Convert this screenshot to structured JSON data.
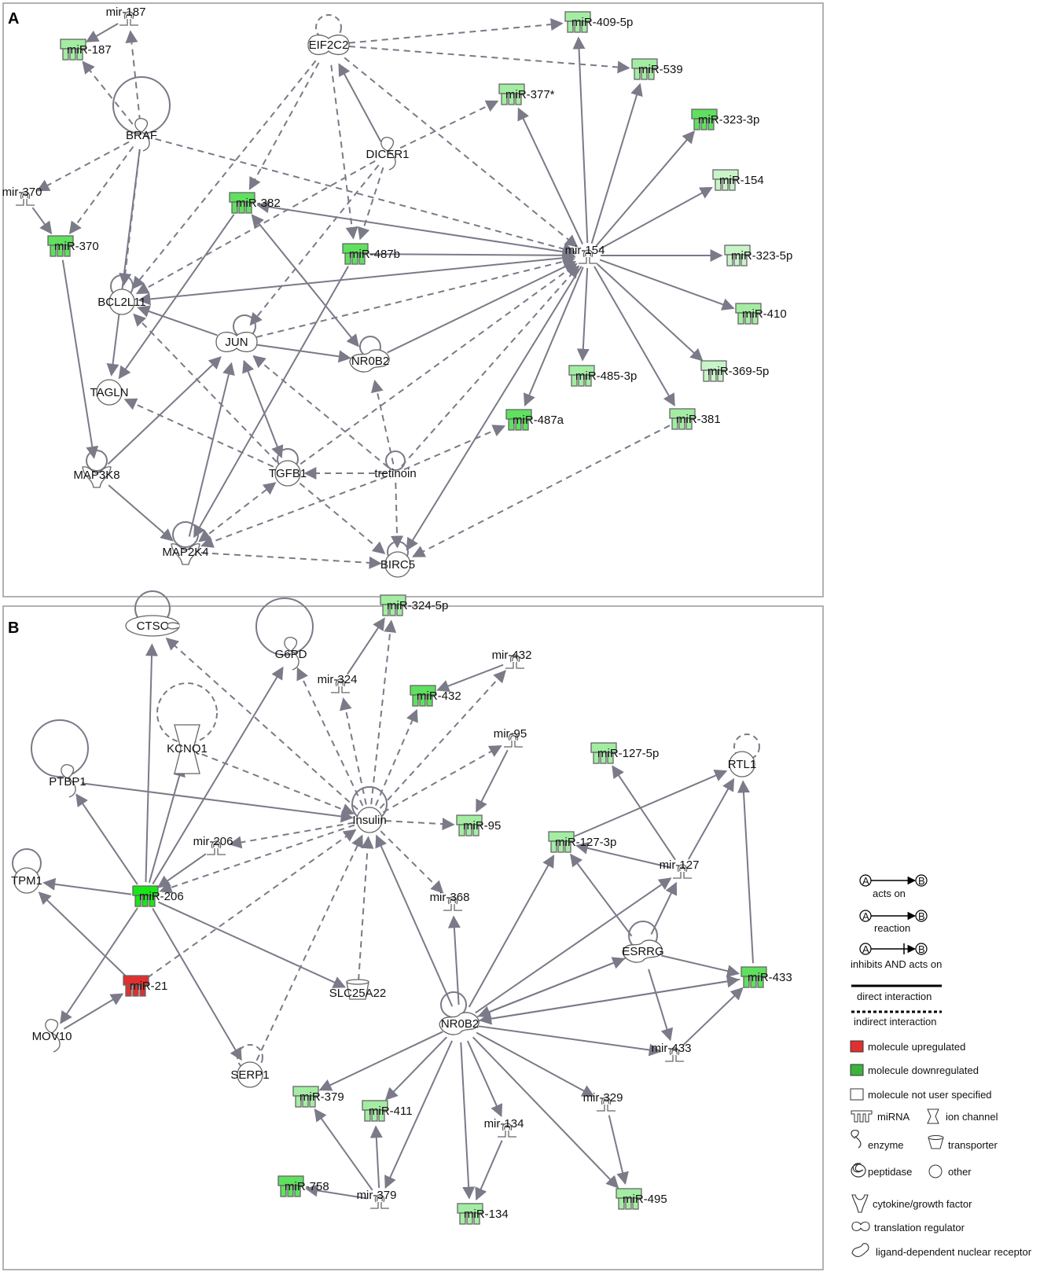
{
  "panels": [
    {
      "letter": "A",
      "nodes": [
        {
          "id": "a_mir187s",
          "label": "mir-187",
          "shape": "mirna-stem"
        },
        {
          "id": "a_miR187",
          "label": "miR-187",
          "shape": "mirna",
          "fill": "light"
        },
        {
          "id": "a_EIF2C2",
          "label": "EIF2C2",
          "shape": "translation"
        },
        {
          "id": "a_miR409",
          "label": "miR-409-5p",
          "shape": "mirna",
          "fill": "light"
        },
        {
          "id": "a_miR539",
          "label": "miR-539",
          "shape": "mirna",
          "fill": "light"
        },
        {
          "id": "a_miR377",
          "label": "miR-377*",
          "shape": "mirna",
          "fill": "light"
        },
        {
          "id": "a_miR3233p",
          "label": "miR-323-3p",
          "shape": "mirna",
          "fill": "medium"
        },
        {
          "id": "a_BRAF",
          "label": "BRAF",
          "shape": "enzyme"
        },
        {
          "id": "a_DICER1",
          "label": "DICER1",
          "shape": "enzyme"
        },
        {
          "id": "a_miR154",
          "label": "miR-154",
          "shape": "mirna",
          "fill": "pale"
        },
        {
          "id": "a_mir370s",
          "label": "mir-370",
          "shape": "mirna-stem"
        },
        {
          "id": "a_miR382",
          "label": "miR-382",
          "shape": "mirna",
          "fill": "medium"
        },
        {
          "id": "a_miR370",
          "label": "miR-370",
          "shape": "mirna",
          "fill": "medium"
        },
        {
          "id": "a_miR487b",
          "label": "miR-487b",
          "shape": "mirna",
          "fill": "medium"
        },
        {
          "id": "a_mir154s",
          "label": "mir-154",
          "shape": "mirna-stem"
        },
        {
          "id": "a_miR3235p",
          "label": "miR-323-5p",
          "shape": "mirna",
          "fill": "pale"
        },
        {
          "id": "a_BCL2L11",
          "label": "BCL2L11",
          "shape": "other"
        },
        {
          "id": "a_miR410",
          "label": "miR-410",
          "shape": "mirna",
          "fill": "light"
        },
        {
          "id": "a_JUN",
          "label": "JUN",
          "shape": "translation"
        },
        {
          "id": "a_NR0B2",
          "label": "NR0B2",
          "shape": "receptor"
        },
        {
          "id": "a_miR4853p",
          "label": "miR-485-3p",
          "shape": "mirna",
          "fill": "light"
        },
        {
          "id": "a_miR3695p",
          "label": "miR-369-5p",
          "shape": "mirna",
          "fill": "pale"
        },
        {
          "id": "a_TAGLN",
          "label": "TAGLN",
          "shape": "other"
        },
        {
          "id": "a_miR487a",
          "label": "miR-487a",
          "shape": "mirna",
          "fill": "medium"
        },
        {
          "id": "a_miR381",
          "label": "miR-381",
          "shape": "mirna",
          "fill": "light"
        },
        {
          "id": "a_MAP3K8",
          "label": "MAP3K8",
          "shape": "kinase"
        },
        {
          "id": "a_TGFB1",
          "label": "TGFB1",
          "shape": "other"
        },
        {
          "id": "a_tretinoin",
          "label": "tretinoin",
          "shape": "none"
        },
        {
          "id": "a_MAP2K4",
          "label": "MAP2K4",
          "shape": "kinase"
        },
        {
          "id": "a_BIRC5",
          "label": "BIRC5",
          "shape": "other"
        }
      ]
    },
    {
      "letter": "B",
      "nodes": [
        {
          "id": "b_CTSC",
          "label": "CTSC",
          "shape": "peptidase"
        },
        {
          "id": "b_G6PD",
          "label": "G6PD",
          "shape": "enzyme"
        },
        {
          "id": "b_miR3245p",
          "label": "miR-324-5p",
          "shape": "mirna",
          "fill": "light"
        },
        {
          "id": "b_mir432s",
          "label": "mir-432",
          "shape": "mirna-stem"
        },
        {
          "id": "b_mir324s",
          "label": "mir-324",
          "shape": "mirna-stem"
        },
        {
          "id": "b_miR432",
          "label": "miR-432",
          "shape": "mirna",
          "fill": "medium"
        },
        {
          "id": "b_KCNQ1",
          "label": "KCNQ1",
          "shape": "ion"
        },
        {
          "id": "b_mir95s",
          "label": "mir-95",
          "shape": "mirna-stem"
        },
        {
          "id": "b_miR1275p",
          "label": "miR-127-5p",
          "shape": "mirna",
          "fill": "light"
        },
        {
          "id": "b_RTL1",
          "label": "RTL1",
          "shape": "other"
        },
        {
          "id": "b_PTBP1",
          "label": "PTBP1",
          "shape": "enzyme"
        },
        {
          "id": "b_Insulin",
          "label": "Insulin",
          "shape": "other"
        },
        {
          "id": "b_miR95",
          "label": "miR-95",
          "shape": "mirna",
          "fill": "light"
        },
        {
          "id": "b_miR1273p",
          "label": "miR-127-3p",
          "shape": "mirna",
          "fill": "light"
        },
        {
          "id": "b_mir206s",
          "label": "mir-206",
          "shape": "mirna-stem"
        },
        {
          "id": "b_mir127s",
          "label": "mir-127",
          "shape": "mirna-stem"
        },
        {
          "id": "b_TPM1",
          "label": "TPM1",
          "shape": "other"
        },
        {
          "id": "b_miR206",
          "label": "miR-206",
          "shape": "mirna",
          "fill": "bright"
        },
        {
          "id": "b_mir368s",
          "label": "mir-368",
          "shape": "mirna-stem"
        },
        {
          "id": "b_ESRRG",
          "label": "ESRRG",
          "shape": "receptor"
        },
        {
          "id": "b_miR433",
          "label": "miR-433",
          "shape": "mirna",
          "fill": "medium"
        },
        {
          "id": "b_miR21",
          "label": "miR-21",
          "shape": "mirna",
          "fill": "red"
        },
        {
          "id": "b_SLC25A22",
          "label": "SLC25A22",
          "shape": "transporter"
        },
        {
          "id": "b_NR0B2",
          "label": "NR0B2",
          "shape": "receptor"
        },
        {
          "id": "b_MOV10",
          "label": "MOV10",
          "shape": "enzyme"
        },
        {
          "id": "b_mir433s",
          "label": "mir-433",
          "shape": "mirna-stem"
        },
        {
          "id": "b_SERP1",
          "label": "SERP1",
          "shape": "other"
        },
        {
          "id": "b_miR379",
          "label": "miR-379",
          "shape": "mirna",
          "fill": "light"
        },
        {
          "id": "b_miR411",
          "label": "miR-411",
          "shape": "mirna",
          "fill": "light"
        },
        {
          "id": "b_mir329s",
          "label": "mir-329",
          "shape": "mirna-stem"
        },
        {
          "id": "b_mir134s",
          "label": "mir-134",
          "shape": "mirna-stem"
        },
        {
          "id": "b_miR758",
          "label": "miR-758",
          "shape": "mirna",
          "fill": "medium"
        },
        {
          "id": "b_mir379s",
          "label": "mir-379",
          "shape": "mirna-stem"
        },
        {
          "id": "b_miR495",
          "label": "miR-495",
          "shape": "mirna",
          "fill": "light"
        },
        {
          "id": "b_miR134",
          "label": "miR-134",
          "shape": "mirna",
          "fill": "light"
        }
      ]
    }
  ],
  "legend": {
    "acts_on": "acts on",
    "reaction": "reaction",
    "inhibits": "inhibits AND acts on",
    "node_a": "A",
    "node_b": "B",
    "direct": "direct interaction",
    "indirect": "indirect interaction",
    "up": "molecule upregulated",
    "down": "molecule downregulated",
    "not_specified": "molecule not user specified",
    "mirna": "miRNA",
    "ion_channel": "ion channel",
    "enzyme": "enzyme",
    "transporter": "transporter",
    "peptidase": "peptidase",
    "other": "other",
    "cytokine": "cytokine/growth factor",
    "translation": "translation regulator",
    "ligand": "ligand-dependent nuclear receptor"
  },
  "colors": {
    "edge": "#7a7a88",
    "up": "#e03030",
    "down": "#3cb43c",
    "bright": "#19e619",
    "medium": "#5fe05f",
    "light": "#a3eda3",
    "pale": "#c8f4c8"
  }
}
